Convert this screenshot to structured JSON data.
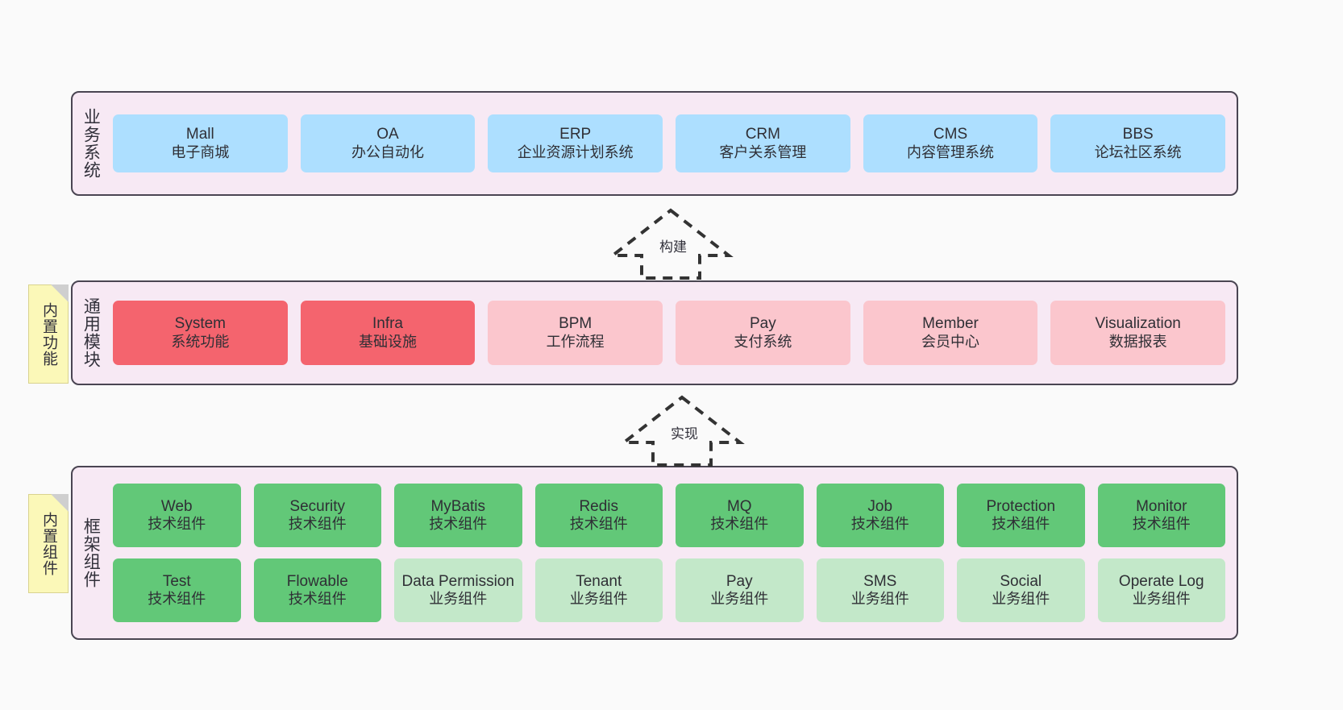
{
  "diagram": {
    "title": "",
    "background_color": "#fafafa",
    "band_fill": "#f7e9f4",
    "band_border": "#4a4552"
  },
  "sticky_notes": [
    {
      "name": "builtin-function",
      "label": "内置功能",
      "color": "#fbf8b8"
    },
    {
      "name": "builtin-component",
      "label": "内置组件",
      "color": "#fbf8b8"
    }
  ],
  "connectors": [
    {
      "name": "build",
      "label": "构建",
      "style": "dashed-hollow-arrow-up"
    },
    {
      "name": "implement",
      "label": "实现",
      "style": "dashed-hollow-arrow-up"
    }
  ],
  "layers": [
    {
      "name": "business-system",
      "title": "业务系统",
      "rows": [
        {
          "cells": [
            {
              "en": "Mall",
              "cn": "电子商城",
              "color": "#addfff"
            },
            {
              "en": "OA",
              "cn": "办公自动化",
              "color": "#addfff"
            },
            {
              "en": "ERP",
              "cn": "企业资源计划系统",
              "color": "#addfff"
            },
            {
              "en": "CRM",
              "cn": "客户关系管理",
              "color": "#addfff"
            },
            {
              "en": "CMS",
              "cn": "内容管理系统",
              "color": "#addfff"
            },
            {
              "en": "BBS",
              "cn": "论坛社区系统",
              "color": "#addfff"
            }
          ]
        }
      ]
    },
    {
      "name": "common-module",
      "title": "通用模块",
      "rows": [
        {
          "cells": [
            {
              "en": "System",
              "cn": "系统功能",
              "color": "#f4646e"
            },
            {
              "en": "Infra",
              "cn": "基础设施",
              "color": "#f4646e"
            },
            {
              "en": "BPM",
              "cn": "工作流程",
              "color": "#fbc6cd"
            },
            {
              "en": "Pay",
              "cn": "支付系统",
              "color": "#fbc6cd"
            },
            {
              "en": "Member",
              "cn": "会员中心",
              "color": "#fbc6cd"
            },
            {
              "en": "Visualization",
              "cn": "数据报表",
              "color": "#fbc6cd"
            }
          ]
        }
      ]
    },
    {
      "name": "framework-component",
      "title": "框架组件",
      "rows": [
        {
          "cells": [
            {
              "en": "Web",
              "cn": "技术组件",
              "color": "#62c878"
            },
            {
              "en": "Security",
              "cn": "技术组件",
              "color": "#62c878"
            },
            {
              "en": "MyBatis",
              "cn": "技术组件",
              "color": "#62c878"
            },
            {
              "en": "Redis",
              "cn": "技术组件",
              "color": "#62c878"
            },
            {
              "en": "MQ",
              "cn": "技术组件",
              "color": "#62c878"
            },
            {
              "en": "Job",
              "cn": "技术组件",
              "color": "#62c878"
            },
            {
              "en": "Protection",
              "cn": "技术组件",
              "color": "#62c878"
            },
            {
              "en": "Monitor",
              "cn": "技术组件",
              "color": "#62c878"
            }
          ]
        },
        {
          "cells": [
            {
              "en": "Test",
              "cn": "技术组件",
              "color": "#62c878"
            },
            {
              "en": "Flowable",
              "cn": "技术组件",
              "color": "#62c878"
            },
            {
              "en": "Data Permission",
              "cn": "业务组件",
              "color": "#c3e8c9"
            },
            {
              "en": "Tenant",
              "cn": "业务组件",
              "color": "#c3e8c9"
            },
            {
              "en": "Pay",
              "cn": "业务组件",
              "color": "#c3e8c9"
            },
            {
              "en": "SMS",
              "cn": "业务组件",
              "color": "#c3e8c9"
            },
            {
              "en": "Social",
              "cn": "业务组件",
              "color": "#c3e8c9"
            },
            {
              "en": "Operate Log",
              "cn": "业务组件",
              "color": "#c3e8c9"
            }
          ]
        }
      ]
    }
  ]
}
